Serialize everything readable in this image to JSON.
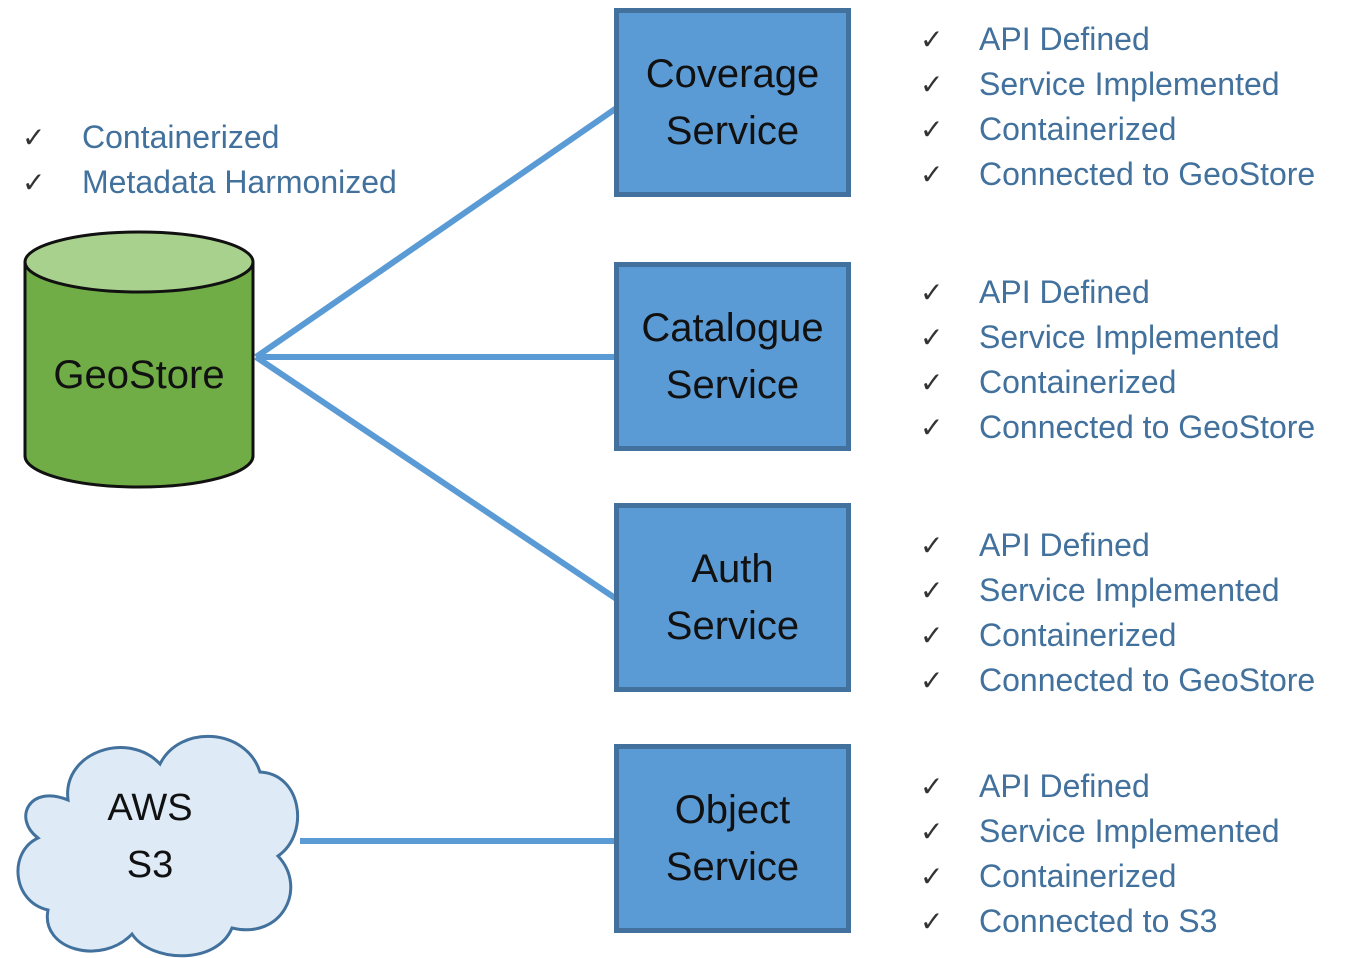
{
  "geostore": {
    "label": "GeoStore",
    "checklist": [
      "Containerized",
      "Metadata Harmonized"
    ]
  },
  "aws": {
    "label_line1": "AWS",
    "label_line2": "S3"
  },
  "services": [
    {
      "line1": "Coverage",
      "line2": "Service",
      "checklist": [
        "API Defined",
        "Service Implemented",
        "Containerized",
        "Connected to GeoStore"
      ]
    },
    {
      "line1": "Catalogue",
      "line2": "Service",
      "checklist": [
        "API Defined",
        "Service Implemented",
        "Containerized",
        "Connected to GeoStore"
      ]
    },
    {
      "line1": "Auth",
      "line2": "Service",
      "checklist": [
        "API Defined",
        "Service Implemented",
        "Containerized",
        "Connected to GeoStore"
      ]
    },
    {
      "line1": "Object",
      "line2": "Service",
      "checklist": [
        "API Defined",
        "Service Implemented",
        "Containerized",
        "Connected to S3"
      ]
    }
  ],
  "check_glyph": "✓",
  "colors": {
    "service_fill": "#5b9bd5",
    "service_border": "#41719c",
    "connector": "#5b9bd5",
    "checklist_text": "#41719c",
    "geostore_fill": "#70ad47",
    "geostore_top": "#a9d18e",
    "cloud_fill": "#deebf7"
  },
  "icons": {
    "geostore": "database-cylinder-icon",
    "aws": "cloud-icon",
    "check": "checkmark-icon"
  }
}
